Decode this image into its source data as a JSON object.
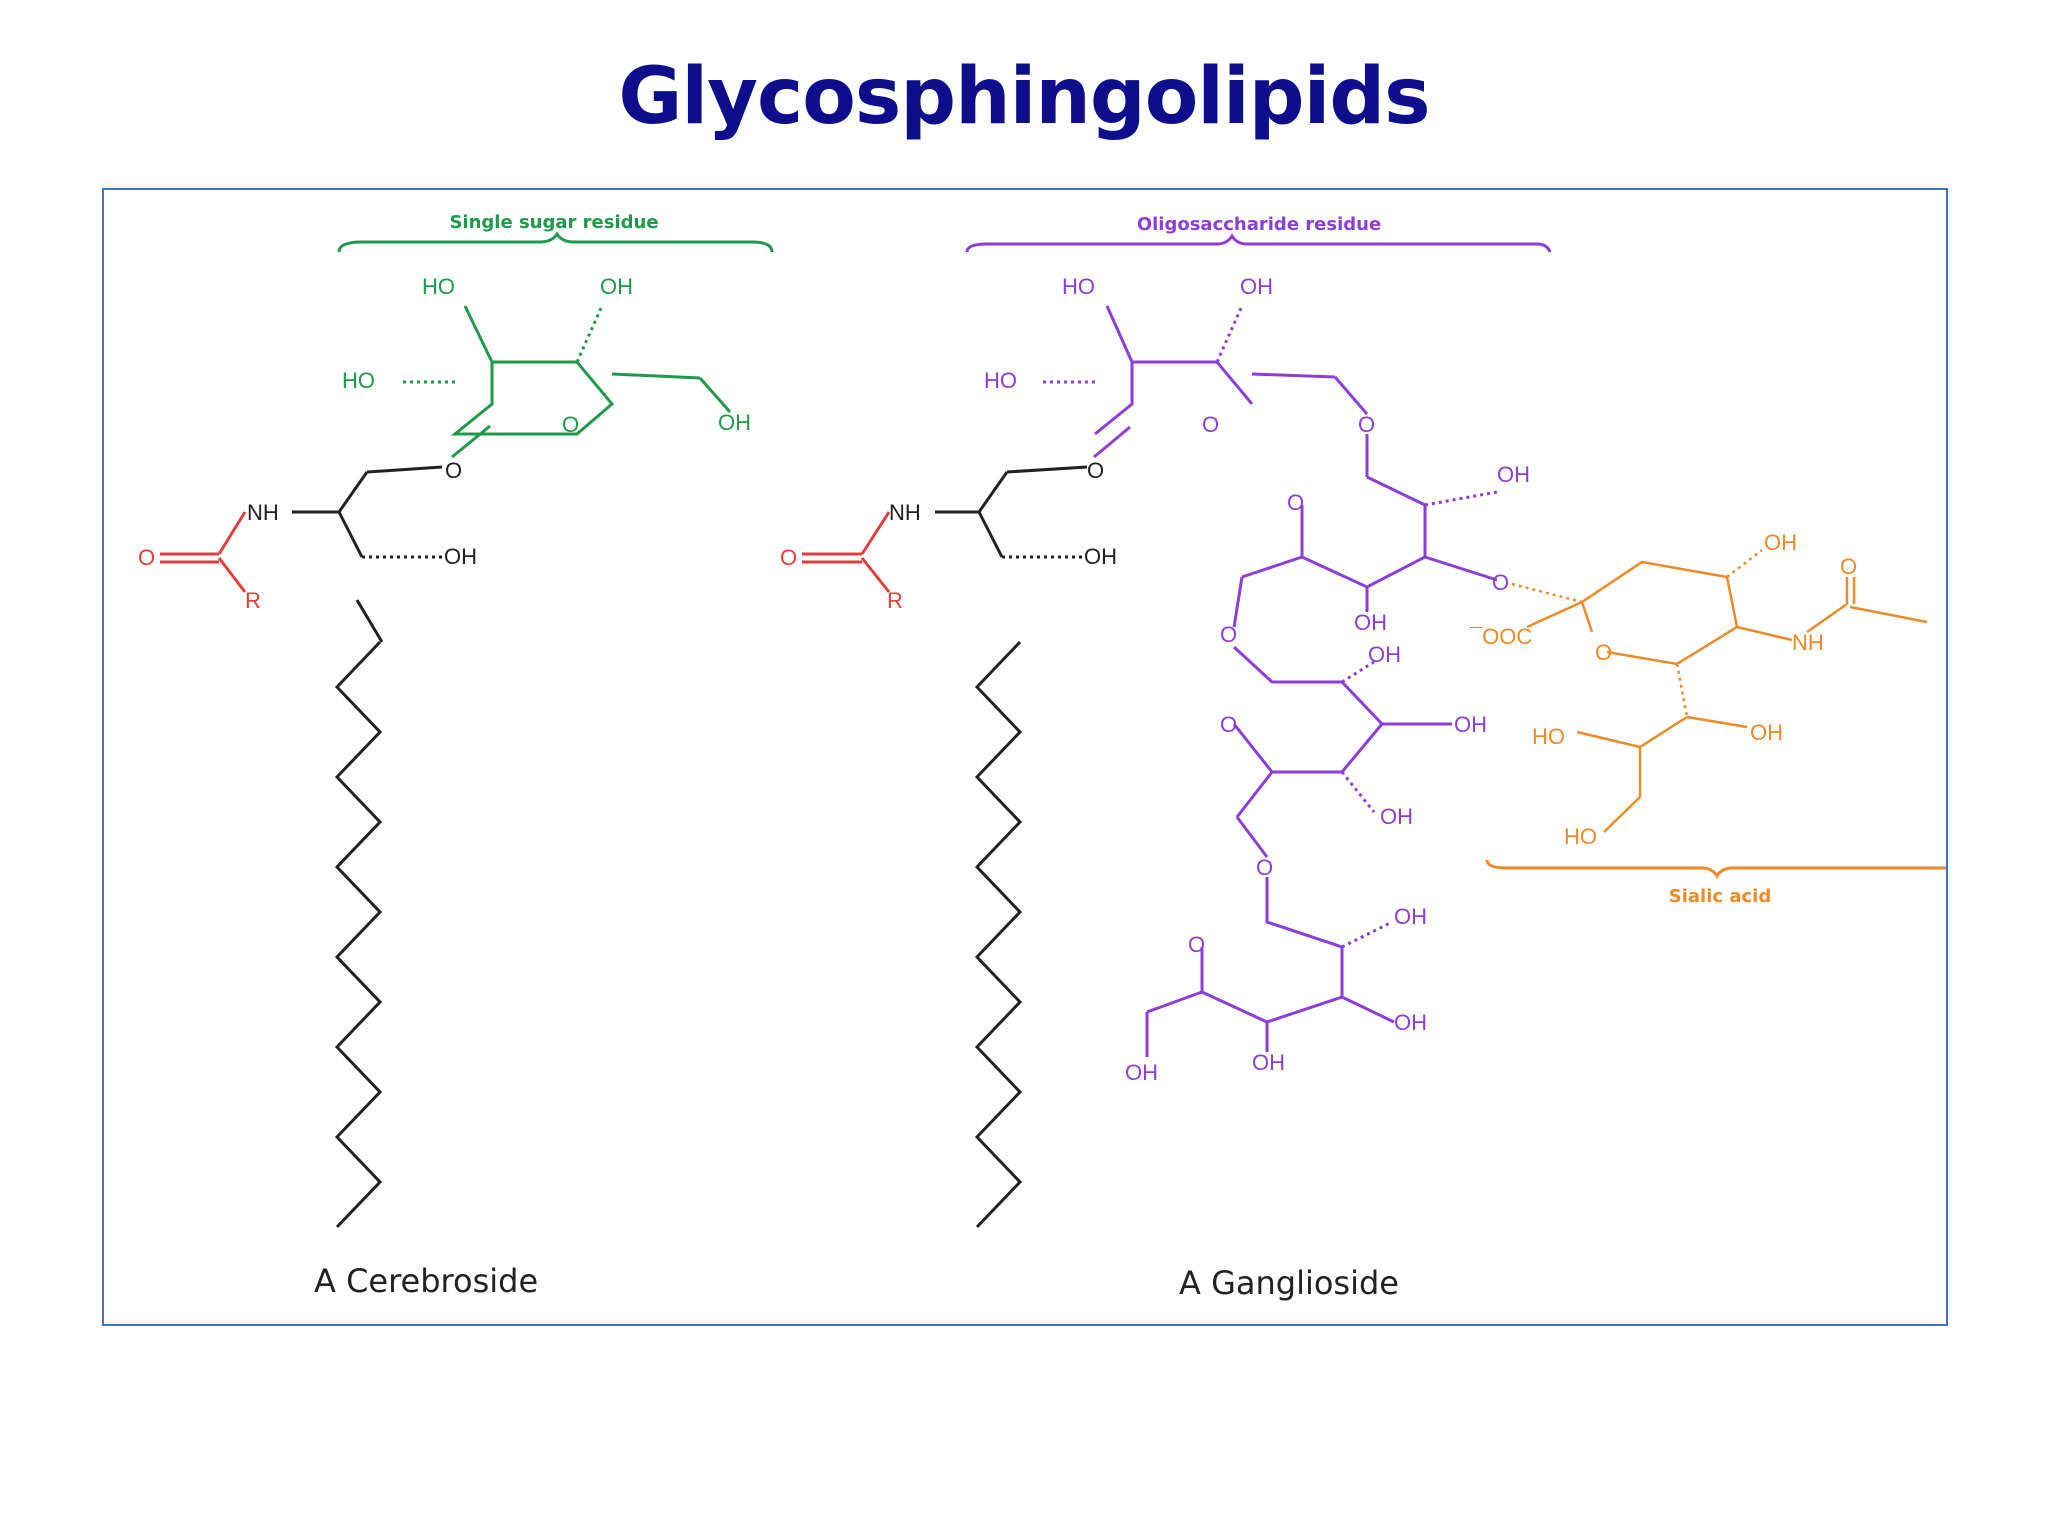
{
  "title": "Glycosphingolipids",
  "colors": {
    "title": "#0e0e8c",
    "frame": "#4472c4",
    "sphingosine": "#222222",
    "amide": "#e0403c",
    "sugar_single": "#1f9a4a",
    "oligosaccharide": "#8c3fd8",
    "sialic_acid": "#ee8a2a"
  },
  "labels": {
    "single_sugar": "Single sugar residue",
    "oligosaccharide": "Oligosaccharide residue",
    "sialic_acid": "Sialic acid",
    "cerebroside": "A Cerebroside",
    "ganglioside": "A Ganglioside"
  },
  "atoms": {
    "ho": "HO",
    "oh": "OH",
    "o": "O",
    "nh_left": "NH",
    "nh_right": "NH",
    "r": "R",
    "coo": "¯OOC"
  }
}
